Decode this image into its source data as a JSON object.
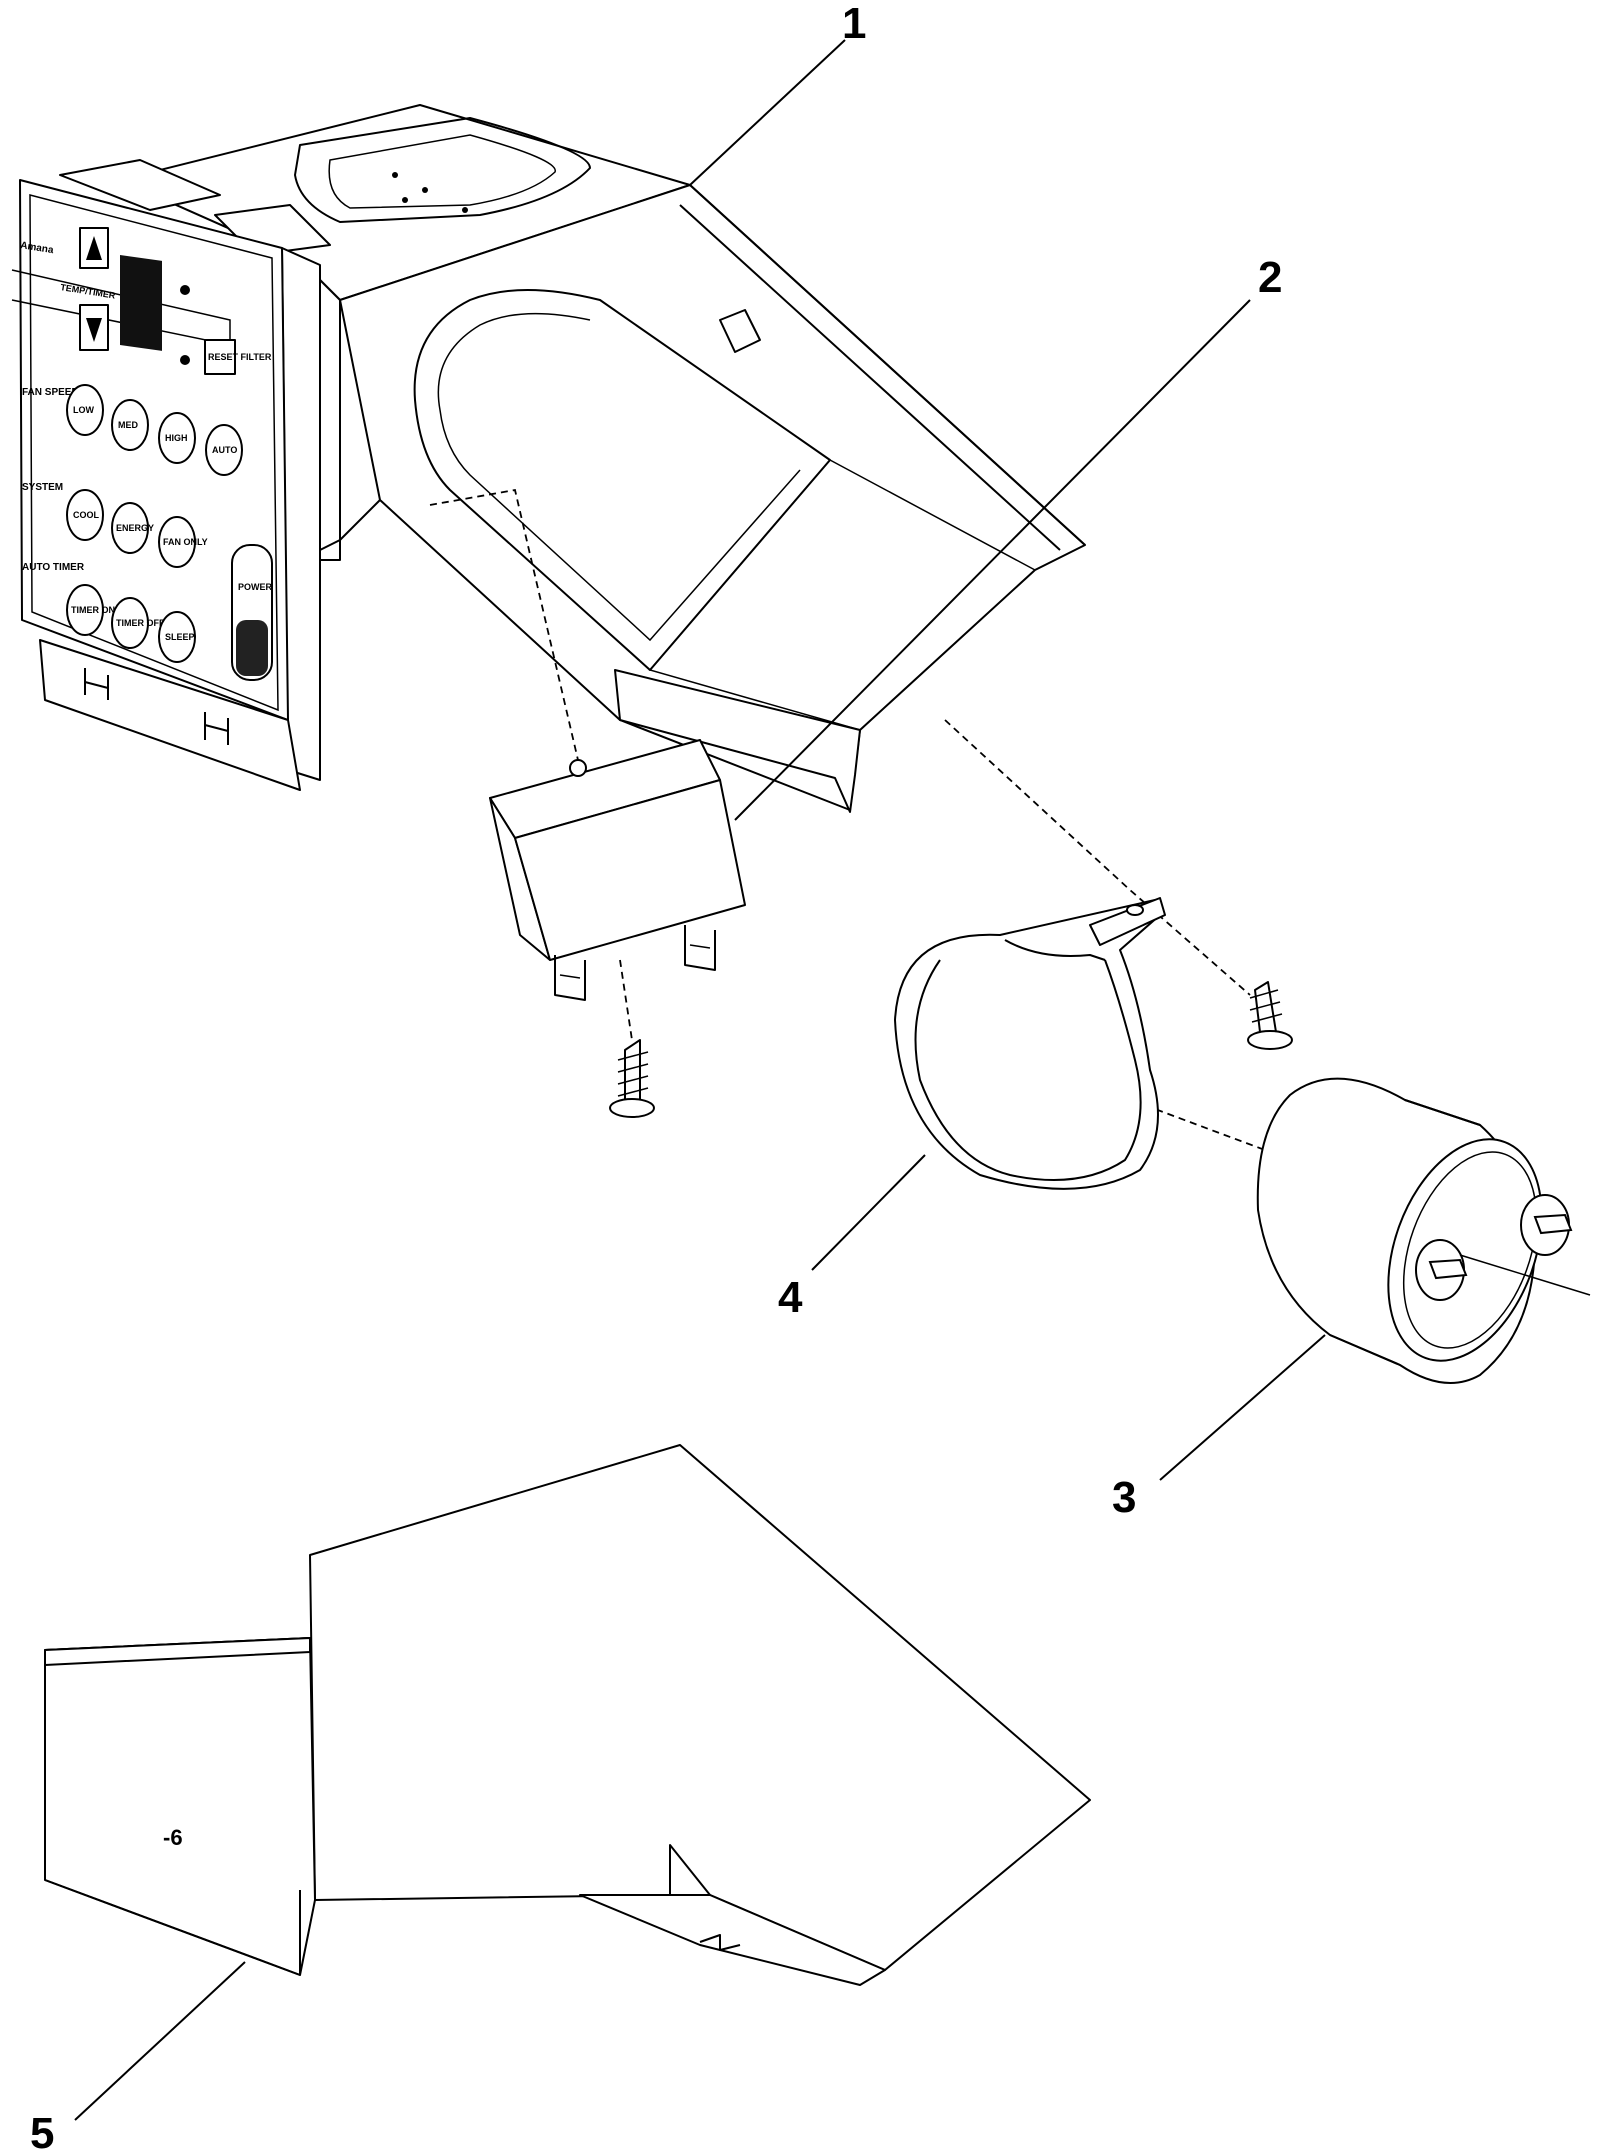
{
  "callouts": [
    {
      "id": "1",
      "label": "1"
    },
    {
      "id": "2",
      "label": "2"
    },
    {
      "id": "3",
      "label": "3"
    },
    {
      "id": "4",
      "label": "4"
    },
    {
      "id": "5",
      "label": "5"
    }
  ],
  "control_panel": {
    "brand": "Amana",
    "display_label": "TEMP/TIMER",
    "row_labels": [
      "FAN SPEED",
      "SYSTEM",
      "AUTO TIMER"
    ],
    "buttons": [
      "LOW",
      "MED",
      "HIGH",
      "AUTO",
      "COOL",
      "ENERGY",
      "FAN ONLY",
      "TIMER ON",
      "TIMER OFF",
      "SLEEP",
      "RESET FILTER",
      "POWER"
    ]
  },
  "cover_marking": "-6"
}
